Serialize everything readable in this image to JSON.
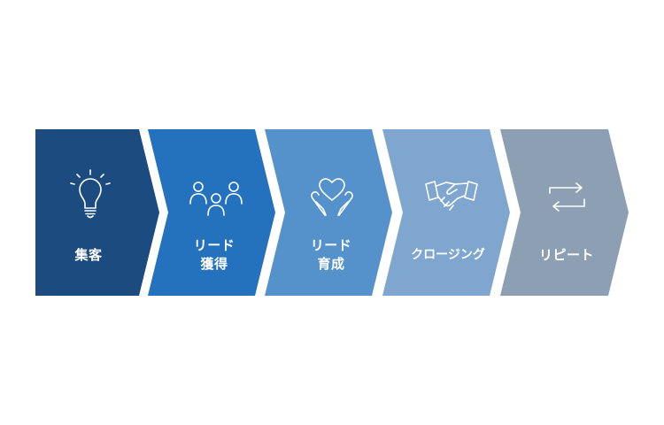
{
  "stages": [
    {
      "lines": [
        "集客"
      ],
      "icon": "lightbulb-icon",
      "color": "#1c4b80"
    },
    {
      "lines": [
        "リード",
        "獲得"
      ],
      "icon": "people-icon",
      "color": "#2471bd"
    },
    {
      "lines": [
        "リード",
        "育成"
      ],
      "icon": "heart-hands-icon",
      "color": "#5592cb"
    },
    {
      "lines": [
        "クロージング"
      ],
      "icon": "handshake-icon",
      "color": "#7ea6cf"
    },
    {
      "lines": [
        "リピート"
      ],
      "icon": "repeat-arrows-icon",
      "color": "#8d9fb3"
    }
  ]
}
